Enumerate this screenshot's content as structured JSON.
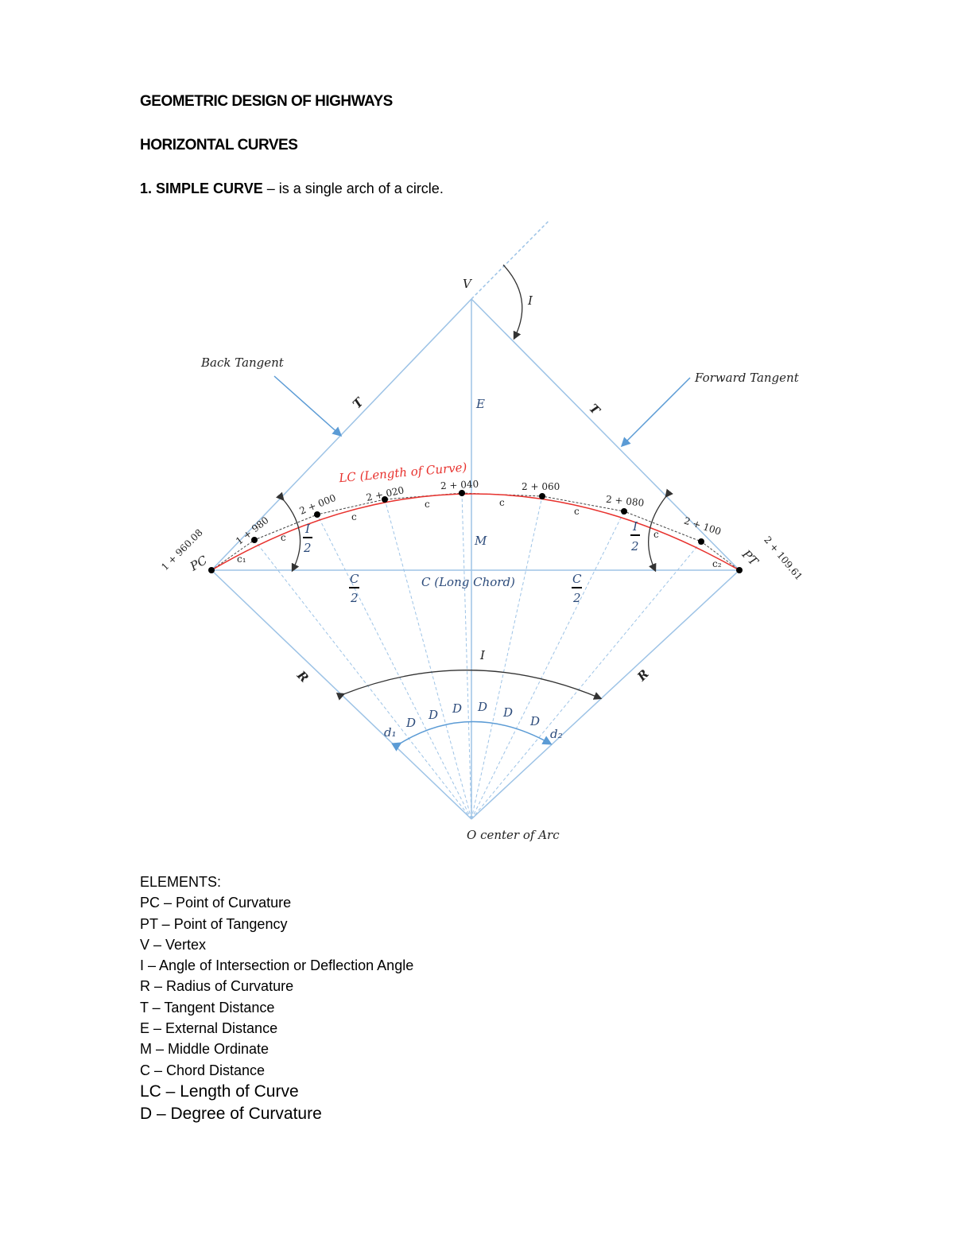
{
  "document": {
    "title": "GEOMETRIC DESIGN OF HIGHWAYS",
    "subtitle": "HORIZONTAL CURVES",
    "item1": {
      "term": "1. SIMPLE CURVE",
      "definition": " – is a single arch of a circle."
    }
  },
  "diagram": {
    "vertex": "V",
    "angle_I": "I",
    "back_tangent": "Back Tangent",
    "forward_tangent": "Forward Tangent",
    "tangent": "T",
    "external": "E",
    "middle_ordinate": "M",
    "length_of_curve": "LC (Length of Curve)",
    "long_chord": "C (Long Chord)",
    "half_chord_num": "C",
    "half_angle_num": "I",
    "denominator": "2",
    "chord": "c",
    "sub_chord_1": "c₁",
    "sub_chord_2": "c₂",
    "radius": "R",
    "degree": "D",
    "d1": "d₁",
    "d2": "d₂",
    "center": "O center of Arc",
    "pc": "PC",
    "pt": "PT",
    "pc_station": "1 + 960.08",
    "pt_station": "2 + 109.61",
    "stations": [
      "1 + 980",
      "2 + 000",
      "2 + 020",
      "2 + 040",
      "2 + 060",
      "2 + 080",
      "2 + 100"
    ],
    "colors": {
      "lines": "#9dc3e6",
      "curve": "#e8322e",
      "labels": "#2b4a7a"
    }
  },
  "elements": {
    "heading": "ELEMENTS:",
    "items": [
      "PC – Point of Curvature",
      "PT – Point of Tangency",
      "V – Vertex",
      "I – Angle of Intersection or Deflection Angle",
      "R – Radius of Curvature",
      "T – Tangent Distance",
      "E – External Distance",
      "M – Middle Ordinate",
      "C – Chord Distance",
      "LC – Length of Curve",
      "D – Degree of Curvature"
    ]
  }
}
